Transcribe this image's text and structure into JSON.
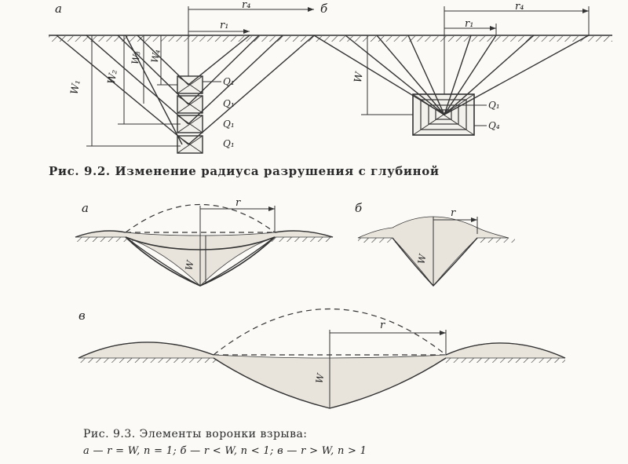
{
  "fig92": {
    "panel_a": "а",
    "panel_b": "б",
    "r4_a": "r₄",
    "r1_a": "r₁",
    "r4_b": "r₄",
    "r1_b": "r₁",
    "w1": "W₁",
    "w2": "W₂",
    "w3": "W₃",
    "w4": "W₄",
    "w_b": "W",
    "q_a": [
      "Q₁",
      "Q₁",
      "Q₁",
      "Q₁"
    ],
    "q1_b": "Q₁",
    "q4_b": "Q₄",
    "caption": "Рис. 9.2. Изменение радиуса разрушения с глубиной"
  },
  "fig93": {
    "panel_a": "а",
    "panel_b": "б",
    "panel_v": "в",
    "r_a": "r",
    "r_b": "r",
    "r_v": "r",
    "w_a": "W",
    "w_b": "W",
    "w_v": "W",
    "caption_title": "Рис. 9.3. Элементы воронки взрыва:",
    "caption_line": "а — r = W,  n = 1;  б — r < W,  n < 1;  в — r >  W,  n >  1"
  }
}
